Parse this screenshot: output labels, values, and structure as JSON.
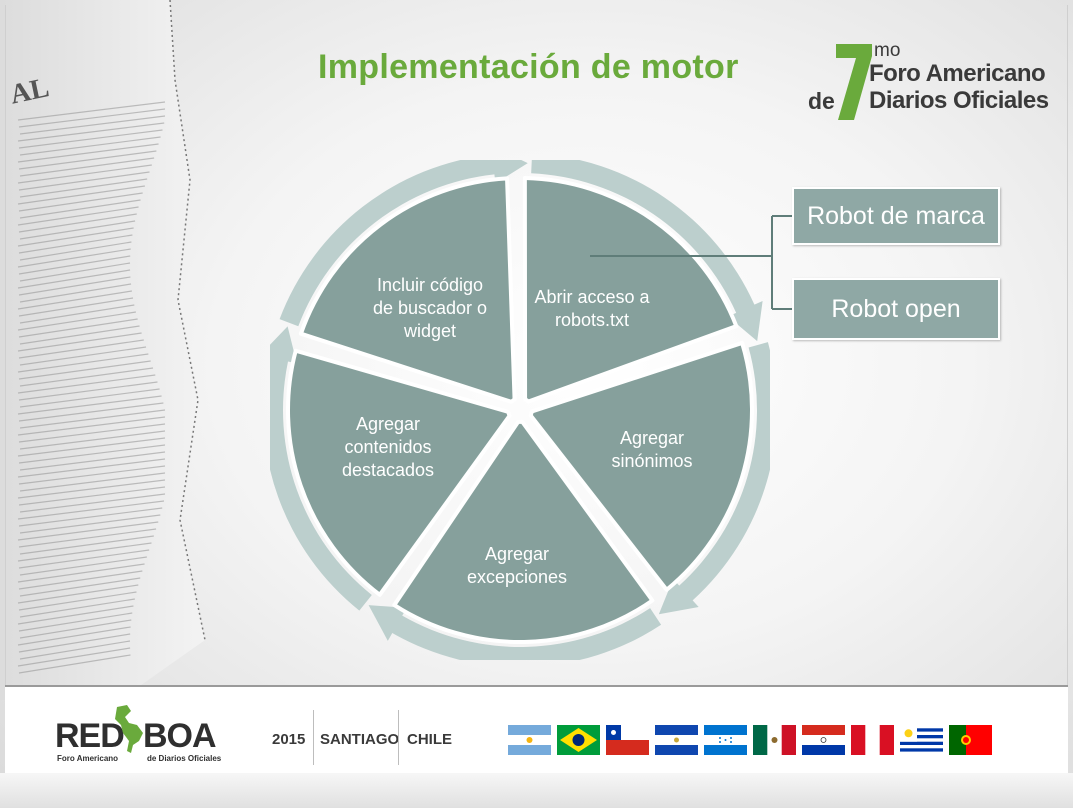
{
  "slide": {
    "title": "Implementación de motor",
    "newspaper_fragment": "AL"
  },
  "event_logo": {
    "number": "7",
    "ordinal": "mo",
    "connector_word": "de",
    "line1": "Foro Americano",
    "line2": "Diarios Oficiales"
  },
  "cycle": {
    "colors": {
      "segment": "#86a09c",
      "arrow": "#bccfcd"
    },
    "segments": [
      {
        "id": "abrir",
        "lines": [
          "Abrir acceso a",
          "robots.txt"
        ]
      },
      {
        "id": "sinonimos",
        "lines": [
          "Agregar",
          "sinónimos"
        ]
      },
      {
        "id": "excepciones",
        "lines": [
          "Agregar",
          "excepciones"
        ]
      },
      {
        "id": "destacados",
        "lines": [
          "Agregar",
          "contenidos",
          "destacados"
        ]
      },
      {
        "id": "buscador",
        "lines": [
          "Incluir código",
          "de buscador o",
          "widget"
        ]
      }
    ]
  },
  "robots": [
    {
      "label": "Robot de marca"
    },
    {
      "label": "Robot open"
    }
  ],
  "footer": {
    "brand_left": "RED",
    "brand_right": "BOA",
    "brand_sub_left": "Foro Americano",
    "brand_sub_right": "de Diarios Oficiales",
    "year": "2015",
    "city": "SANTIAGO",
    "country": "CHILE",
    "flags": [
      "argentina",
      "brasil",
      "chile",
      "el-salvador",
      "honduras",
      "mexico",
      "paraguay",
      "peru",
      "uruguay",
      "portugal"
    ]
  }
}
